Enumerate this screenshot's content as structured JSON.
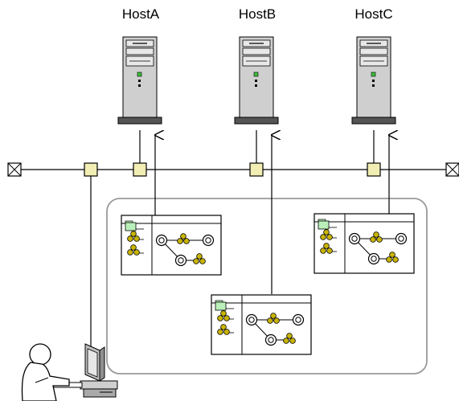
{
  "hosts": [
    {
      "label": "HostA"
    },
    {
      "label": "HostB"
    },
    {
      "label": "HostC"
    }
  ],
  "colors": {
    "line": "#000000",
    "server_body": "#c8c8c8",
    "server_base": "#555555",
    "connector_fill": "#f2eeb3",
    "group_border": "#9a9a9a",
    "folder_fill": "#b9f0b9",
    "node_fill": "#c8b400",
    "terminator": "#ffffff"
  },
  "icons": {
    "server": "server-icon",
    "connector": "network-connector-icon",
    "terminator": "network-terminator-icon",
    "window": "monitoring-window-icon",
    "user": "user-icon",
    "workstation": "workstation-icon"
  }
}
